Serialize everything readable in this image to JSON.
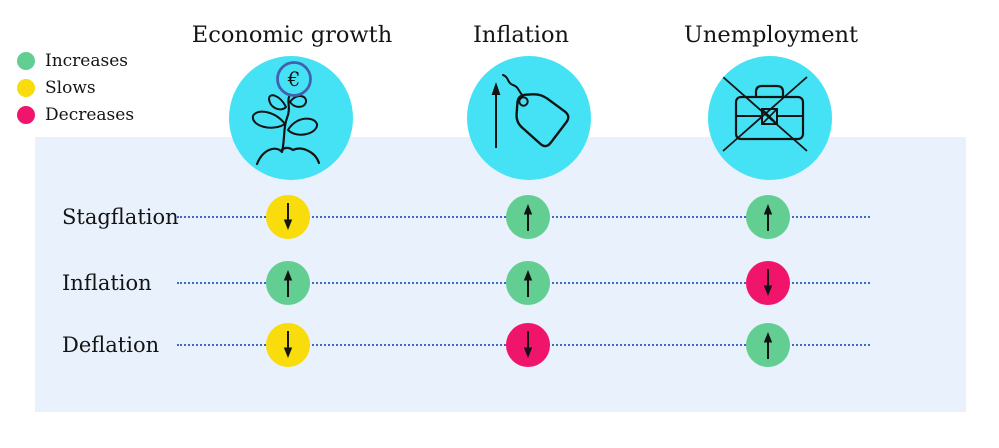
{
  "legend": {
    "items": [
      {
        "label": "Increases",
        "color": "#63ce92"
      },
      {
        "label": "Slows",
        "color": "#f8dc0b"
      },
      {
        "label": "Decreases",
        "color": "#f0146b"
      }
    ]
  },
  "columns": [
    {
      "label": "Economic growth",
      "icon": "plant-euro-coin-icon",
      "currency_symbol": "€"
    },
    {
      "label": "Inflation",
      "icon": "price-tag-rising-icon"
    },
    {
      "label": "Unemployment",
      "icon": "crossed-briefcase-icon"
    }
  ],
  "rows": [
    {
      "label": "Stagflation",
      "cells": [
        {
          "column": "Economic growth",
          "state": "Slows",
          "direction": "down",
          "color": "#f8dc0b"
        },
        {
          "column": "Inflation",
          "state": "Increases",
          "direction": "up",
          "color": "#63ce92"
        },
        {
          "column": "Unemployment",
          "state": "Increases",
          "direction": "up",
          "color": "#63ce92"
        }
      ]
    },
    {
      "label": "Inflation",
      "cells": [
        {
          "column": "Economic growth",
          "state": "Increases",
          "direction": "up",
          "color": "#63ce92"
        },
        {
          "column": "Inflation",
          "state": "Increases",
          "direction": "up",
          "color": "#63ce92"
        },
        {
          "column": "Unemployment",
          "state": "Decreases",
          "direction": "down",
          "color": "#f0146b"
        }
      ]
    },
    {
      "label": "Deflation",
      "cells": [
        {
          "column": "Economic growth",
          "state": "Slows",
          "direction": "down",
          "color": "#f8dc0b"
        },
        {
          "column": "Inflation",
          "state": "Decreases",
          "direction": "down",
          "color": "#f0146b"
        },
        {
          "column": "Unemployment",
          "state": "Increases",
          "direction": "up",
          "color": "#63ce92"
        }
      ]
    }
  ],
  "colors": {
    "icon_circle": "#45e2f5",
    "panel": "#e9f1fc",
    "dotted_line": "#3c69c8",
    "euro_ring": "#4161ad",
    "increases": "#63ce92",
    "slows": "#f8dc0b",
    "decreases": "#f0146b",
    "text": "#141414"
  }
}
